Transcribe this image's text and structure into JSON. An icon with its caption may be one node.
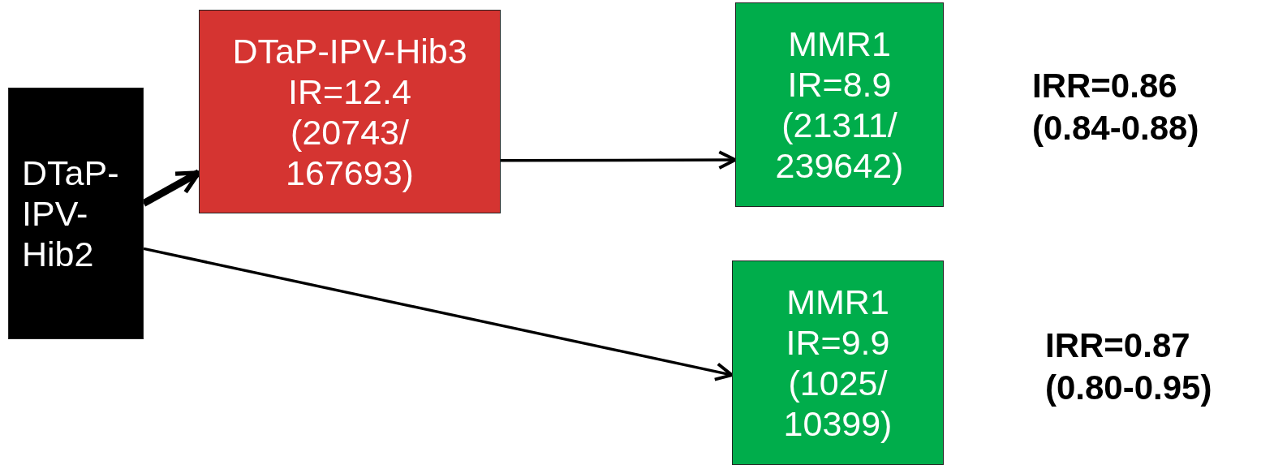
{
  "diagram": {
    "nodes": [
      {
        "text": [
          "DTaP-IPV-Hib2"
        ]
      },
      {
        "text": [
          "DTaP-IPV-Hib3",
          "IR=12.4",
          "(20743/ 167693)"
        ]
      },
      {
        "text": [
          "MMR1",
          "IR=8.9",
          "(21311/ 239642)"
        ],
        "beside": [
          "IRR=0.86 (0.84-0.88)"
        ]
      },
      {
        "text": [
          "MMR1",
          "IR=9.9",
          "(1025/ 10399)"
        ],
        "beside": [
          "IRR=0.87 (0.80-0.95)"
        ]
      }
    ],
    "edges": [
      {
        "from": 0,
        "to": 1,
        "arrow": "to",
        "style": "thick"
      },
      {
        "from": 1,
        "to": 2,
        "arrow": "to"
      },
      {
        "from": 0,
        "to": 3,
        "arrow": "to"
      }
    ]
  }
}
